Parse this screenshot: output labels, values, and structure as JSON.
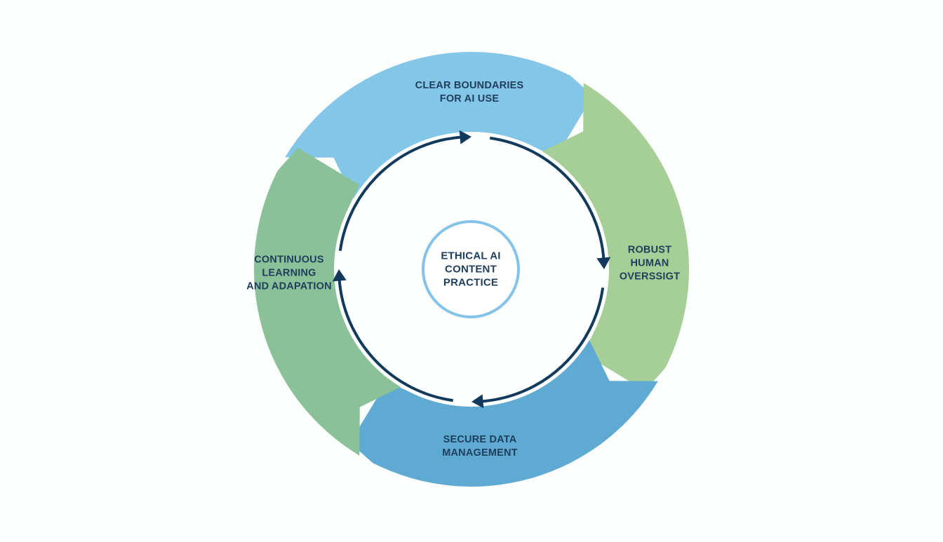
{
  "title": "Ethical AI Content Practice cycle",
  "center": {
    "label_lines": [
      "ETHICAL AI",
      "CONTENT",
      "PRACTICE"
    ],
    "ring_color": "#86c3e8"
  },
  "segments": [
    {
      "id": "clear-boundaries",
      "label_lines": [
        "CLEAR BOUNDARIES",
        "FOR AI USE"
      ],
      "color": "#84c6e8",
      "position": "top"
    },
    {
      "id": "human-oversight",
      "label_lines": [
        "ROBUST",
        "HUMAN",
        "OVERSSIGT"
      ],
      "color": "#a5cf97",
      "position": "right"
    },
    {
      "id": "secure-data",
      "label_lines": [
        "SECURE DATA",
        "MANAGEMENT"
      ],
      "color": "#5eaad3",
      "position": "bottom"
    },
    {
      "id": "continuous-learning",
      "label_lines": [
        "CONTINUOUS",
        "LEARNING",
        "AND ADAPATION"
      ],
      "color": "#8ac198",
      "position": "left"
    }
  ],
  "cycle": {
    "direction": "clockwise",
    "arrow_color": "#123a5c"
  },
  "colors": {
    "text": "#1f3e5c",
    "background": "#fdfefe"
  }
}
